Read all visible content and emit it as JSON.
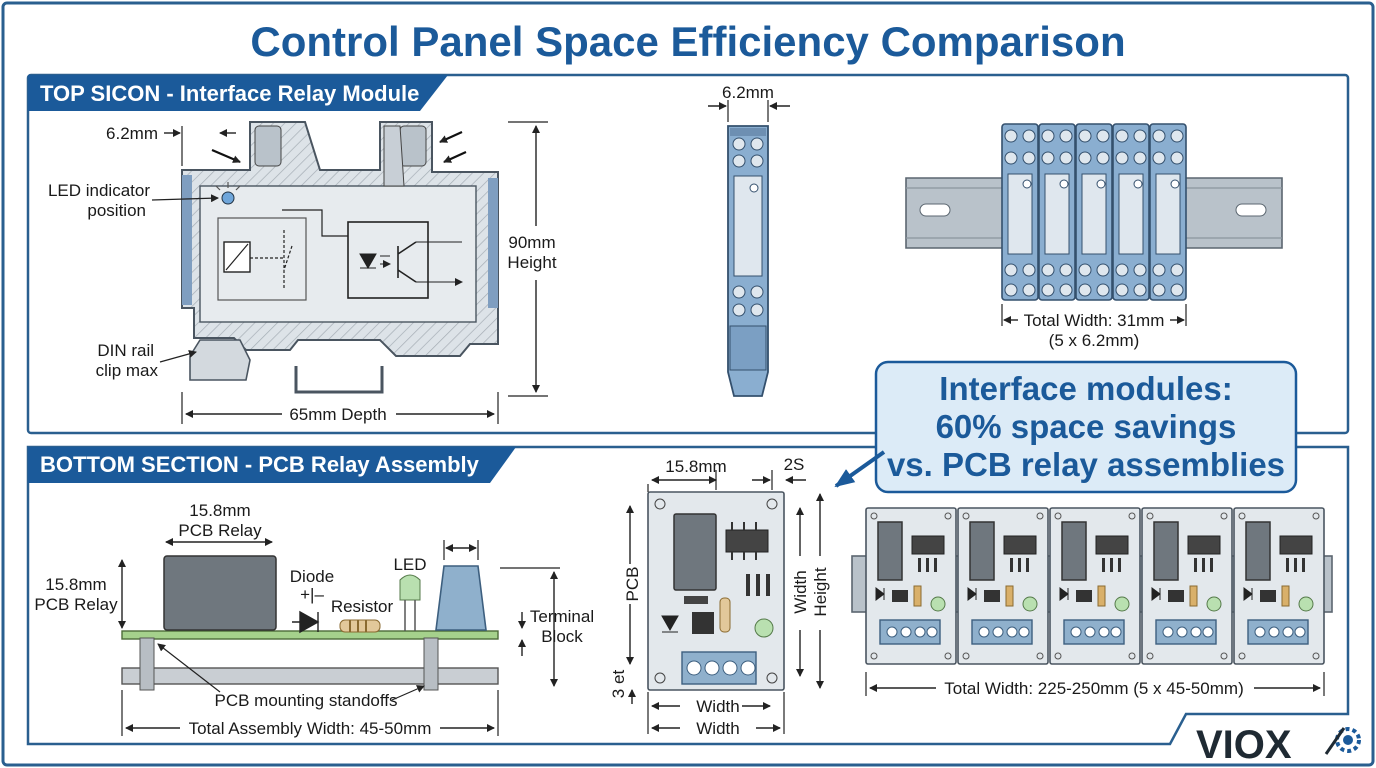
{
  "title": "Control Panel Space Efficiency Comparison",
  "top_section": {
    "header": "TOP SICON - Interface Relay Module",
    "labels": {
      "width_top": "6.2mm",
      "led": [
        "LED indicator",
        "position"
      ],
      "height": [
        "90mm",
        "Height"
      ],
      "din": [
        "DIN rail",
        "clip max"
      ],
      "depth": "65mm Depth",
      "side_width": "6.2mm",
      "total": "Total Width: 31mm",
      "total_sub": "(5 x 6.2mm)"
    }
  },
  "bottom_section": {
    "header": "BOTTOM SECTION - PCB Relay Assembly",
    "labels": {
      "relay_top": [
        "15.8mm",
        "PCB Relay"
      ],
      "relay_left": [
        "15.8mm",
        "PCB Relay"
      ],
      "diode": "Diode",
      "diode_pol": "+|–",
      "resistor": "Resistor",
      "led": "LED",
      "terminal": [
        "Terminal",
        "Block"
      ],
      "standoffs": "PCB mounting standoffs",
      "assembly_width": "Total Assembly Width: 45-50mm",
      "board_top": "15.8mm",
      "board_2s": "2S",
      "board_pcb": "PCB",
      "board_width_v": "Width",
      "board_height_v": "Height",
      "board_3et": "3 et",
      "board_width1": "Width",
      "board_width2": "Width",
      "total": "Total Width: 225-250mm (5 x 45-50mm)"
    }
  },
  "callout": [
    "Interface modules:",
    "60% space savings",
    "vs. PCB relay assemblies"
  ],
  "logo": "VIOX",
  "colors": {
    "accent": "#1b5a9a",
    "header_bg": "#1b5a9a",
    "frame": "#2a5f8f",
    "callout_bg": "#dcebf7"
  }
}
